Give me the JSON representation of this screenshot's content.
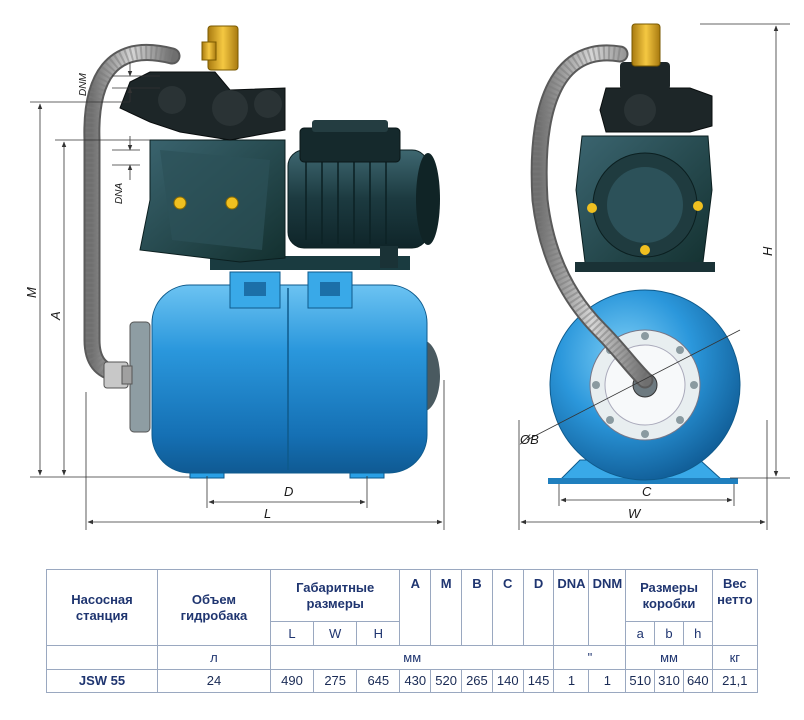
{
  "labels": {
    "DNM": "DNM",
    "DNA": "DNA",
    "M": "M",
    "A": "A",
    "D": "D",
    "L": "L",
    "B": "ØB",
    "C": "C",
    "W": "W",
    "H": "H"
  },
  "colors": {
    "tank_blue": "#1e8fd6",
    "pump_dark": "#1f3f4a",
    "motor_dark": "#173338",
    "hose_grey": "#9a9a9a",
    "bracket_light": "#39a9e8",
    "brass": "#d9a21a",
    "table_border": "#9aa8c0",
    "table_text": "#1f3570"
  },
  "table": {
    "headers": {
      "station": "Насосная станция",
      "volume": "Объем гидробака",
      "dims": "Габаритные размеры",
      "A": "A",
      "M": "M",
      "B": "B",
      "C": "C",
      "D": "D",
      "DNA": "DNA",
      "DNM": "DNM",
      "box": "Размеры коробки",
      "weight": "Вес нетто",
      "L": "L",
      "W": "W",
      "H": "H",
      "a": "a",
      "b": "b",
      "h": "h"
    },
    "units": {
      "volume": "л",
      "mm": "мм",
      "inch": "\"",
      "box_mm": "мм",
      "kg": "кг"
    },
    "row": {
      "model": "JSW 55",
      "volume": "24",
      "L": "490",
      "W": "275",
      "H": "645",
      "A": "430",
      "M": "520",
      "B": "265",
      "C": "140",
      "D": "145",
      "DNA": "1",
      "DNM": "1",
      "a": "510",
      "b": "310",
      "h": "640",
      "weight": "21,1"
    }
  }
}
